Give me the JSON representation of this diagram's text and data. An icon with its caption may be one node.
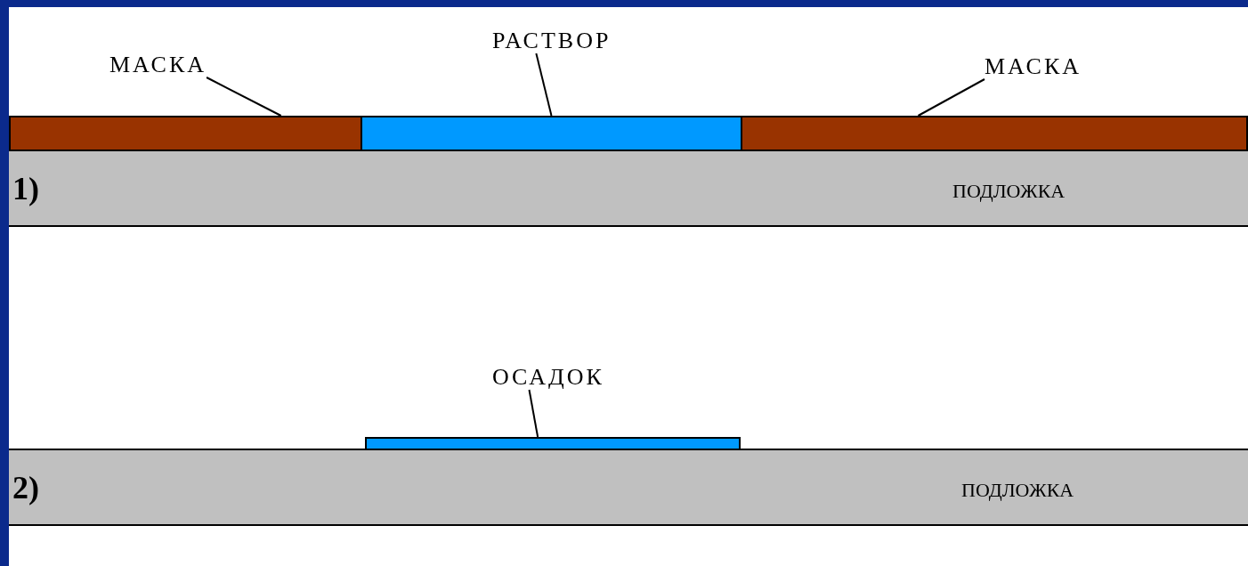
{
  "diagram": {
    "nodes": [
      {
        "text": [
          "МАСКА"
        ]
      },
      {
        "text": [
          "РАСТВОР"
        ]
      },
      {
        "text": [
          "МАСКА"
        ]
      },
      {
        "text": [],
        "shape": "bar"
      },
      {
        "text": [],
        "shape": "bar"
      },
      {
        "text": [],
        "shape": "bar"
      },
      {
        "text": [
          "1)",
          "ПОДЛОЖКА"
        ]
      },
      {
        "text": [
          "ОСАДОК"
        ]
      },
      {
        "text": [],
        "shape": "bar"
      },
      {
        "text": [
          "2)",
          "ПОДЛОЖКА"
        ]
      }
    ],
    "edges": [
      {
        "from": 0,
        "to": 3,
        "arrow": "none"
      },
      {
        "from": 1,
        "to": 4,
        "arrow": "none"
      },
      {
        "from": 2,
        "to": 5,
        "arrow": "none"
      },
      {
        "from": 7,
        "to": 8,
        "arrow": "none"
      }
    ]
  }
}
